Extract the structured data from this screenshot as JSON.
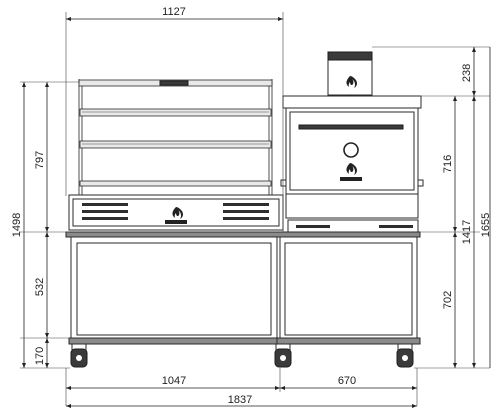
{
  "dimensions": {
    "width_top": "1127",
    "height_rack": "797",
    "height_total_left": "1498",
    "height_cabinet_left": "532",
    "height_wheels": "170",
    "width_left_cabinet": "1047",
    "width_right_cabinet": "670",
    "width_total": "1837",
    "height_chimney": "238",
    "height_oven": "716",
    "height_right_total": "1417",
    "height_overall": "1655",
    "height_cabinet_right": "702"
  },
  "colors": {
    "line": "#222222",
    "panel": "#ffffff",
    "dark": "#3a3a3a",
    "steel": "#8a8a8a"
  },
  "icons": [
    "flame-logo-icon",
    "dial-icon",
    "caster-wheel-icon"
  ]
}
